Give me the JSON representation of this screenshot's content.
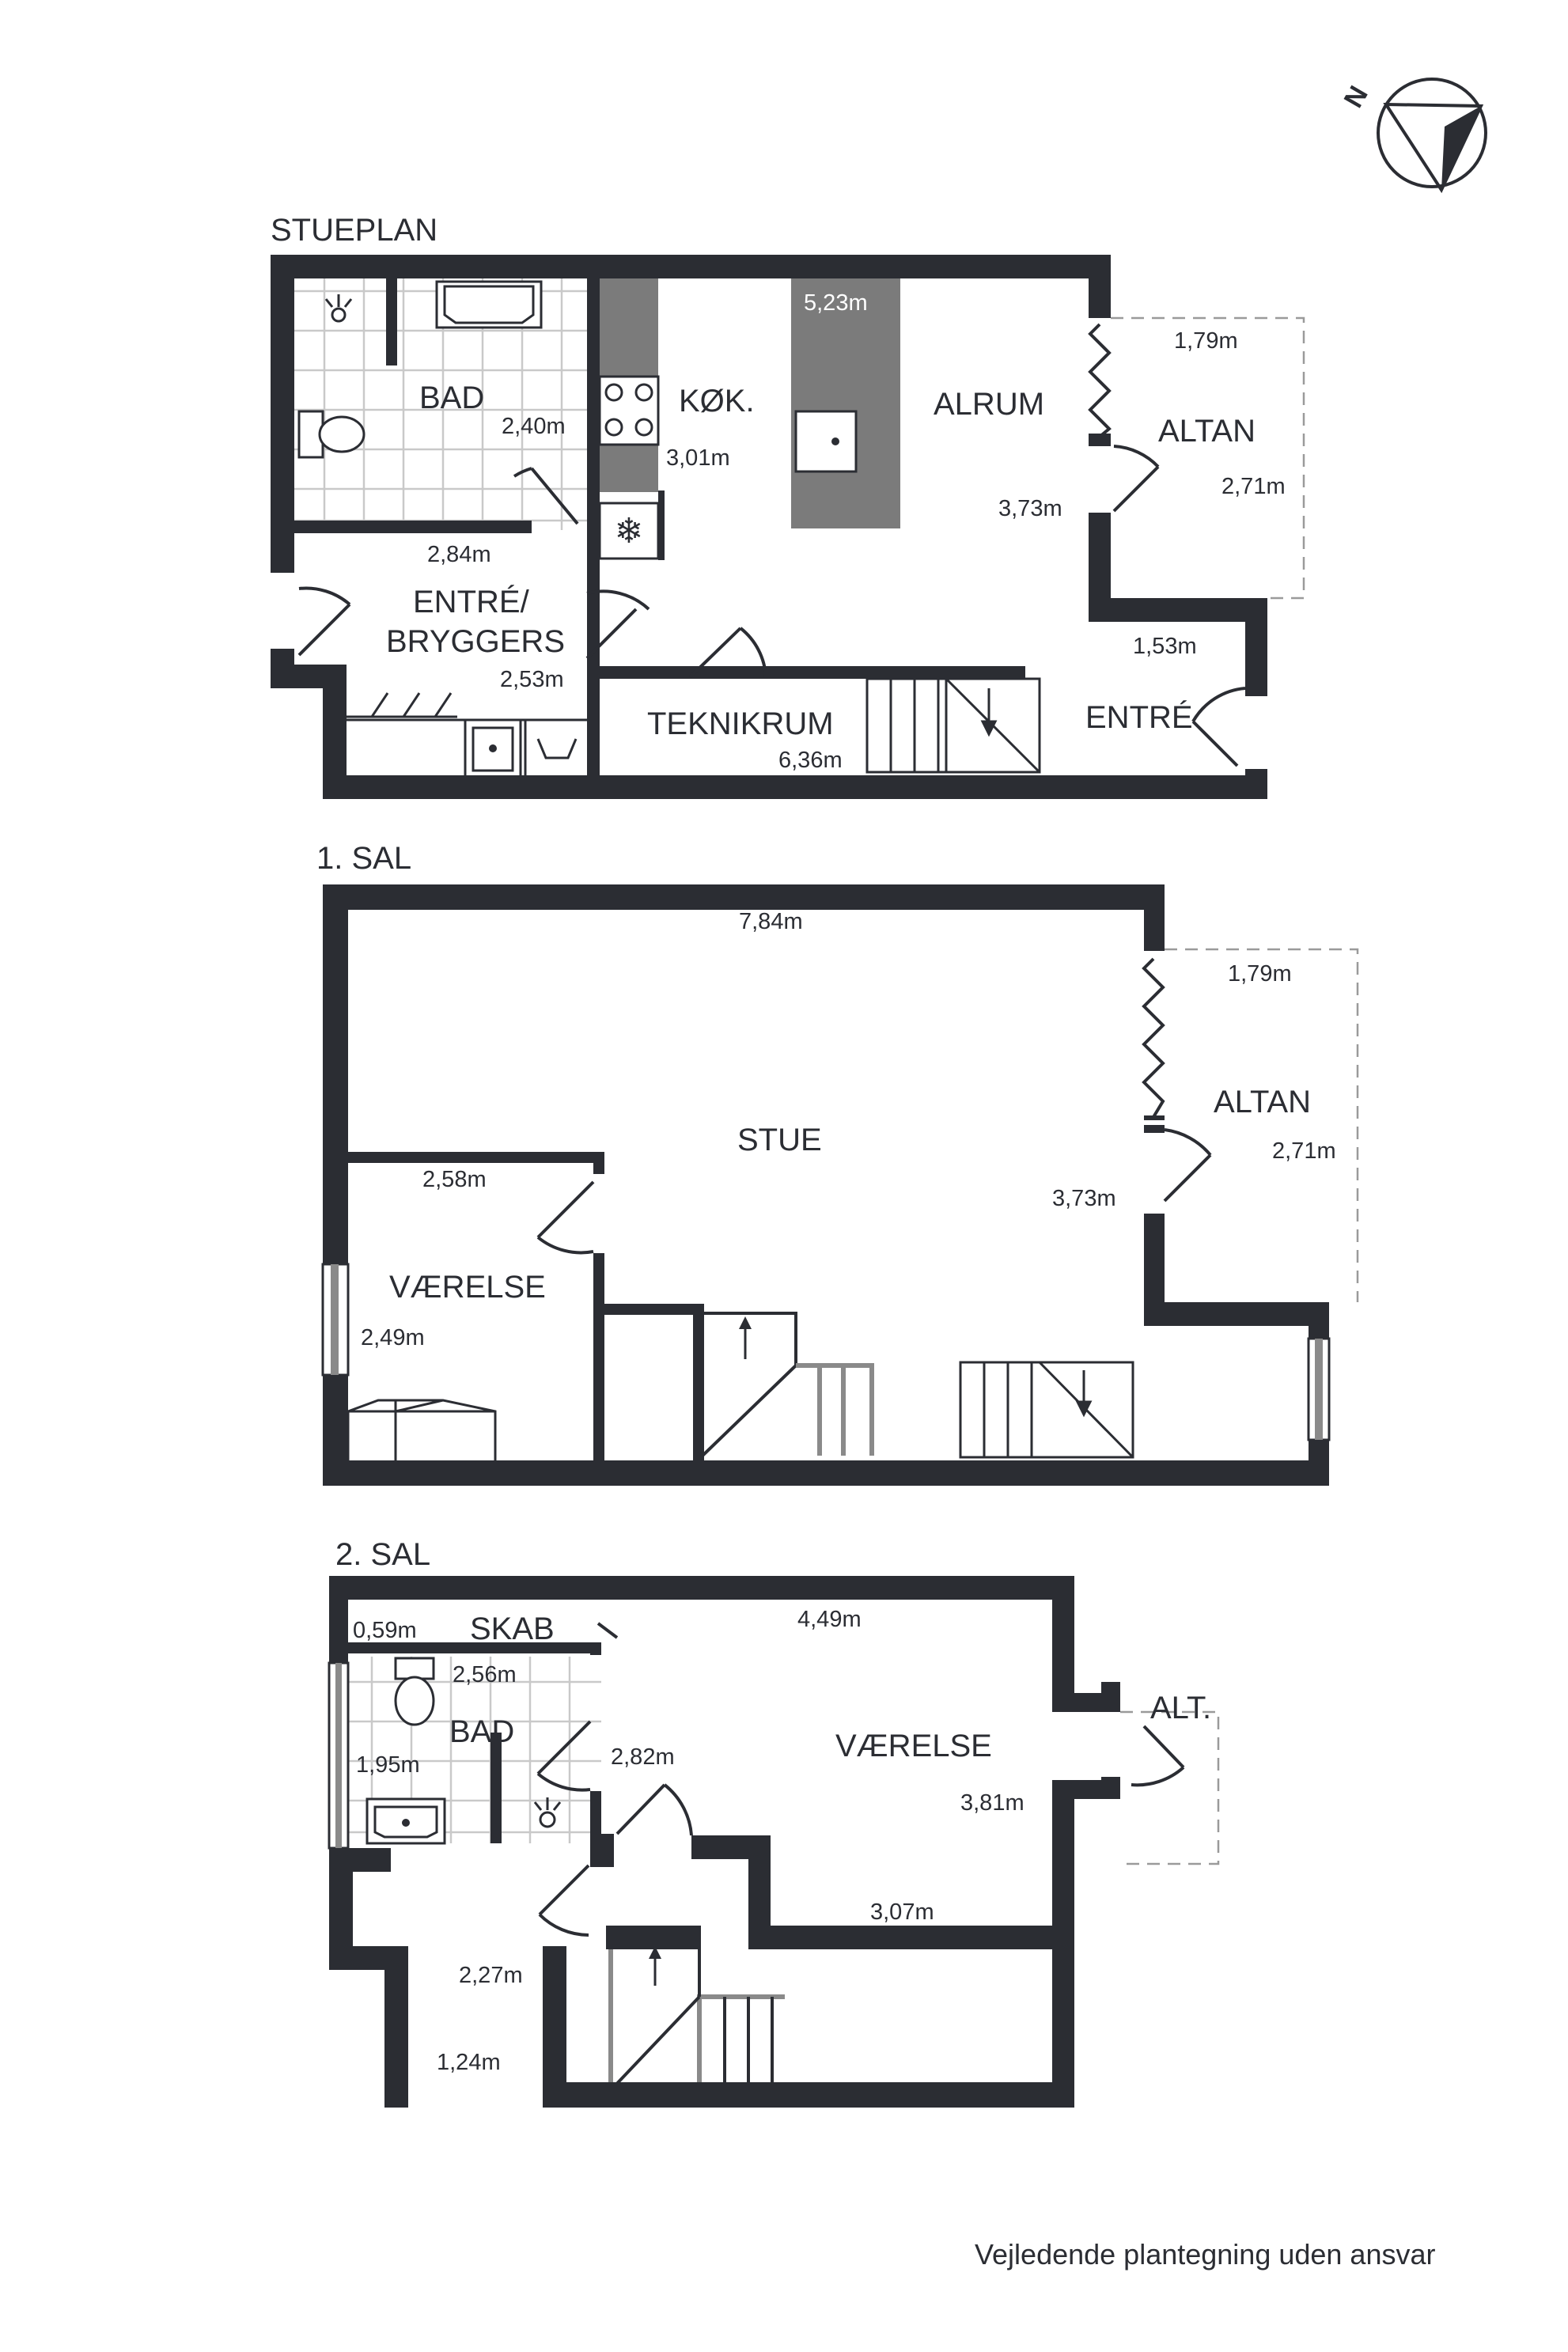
{
  "compass": {
    "label": "N"
  },
  "floors": {
    "ground": {
      "title": "STUEPLAN",
      "rooms": {
        "bad": "BAD",
        "kok": "KØK.",
        "alrum": "ALRUM",
        "altan": "ALTAN",
        "entre_bryggers_1": "ENTRÉ/",
        "entre_bryggers_2": "BRYGGERS",
        "teknikrum": "TEKNIKRUM",
        "entre": "ENTRÉ"
      },
      "dims": {
        "island": "5,23m",
        "bad": "2,40m",
        "kok": "3,01m",
        "altan_w": "1,79m",
        "altan_h": "2,71m",
        "alrum": "3,73m",
        "bad_w": "2,84m",
        "entre_bryggers": "2,53m",
        "entre": "1,53m",
        "teknikrum": "6,36m"
      }
    },
    "first": {
      "title": "1. SAL",
      "rooms": {
        "stue": "STUE",
        "vaerelse": "VÆRELSE",
        "altan": "ALTAN"
      },
      "dims": {
        "stue_w": "7,84m",
        "altan_w": "1,79m",
        "altan_h": "2,71m",
        "stue_h": "3,73m",
        "vaerelse_w": "2,58m",
        "vaerelse_h": "2,49m"
      }
    },
    "second": {
      "title": "2. SAL",
      "rooms": {
        "skab": "SKAB",
        "bad": "BAD",
        "vaerelse": "VÆRELSE",
        "alt": "ALT."
      },
      "dims": {
        "skab": "0,59m",
        "vaerelse_w": "4,49m",
        "bad_w": "2,56m",
        "bad_h": "1,95m",
        "hall": "2,82m",
        "vaerelse_h": "3,81m",
        "landing_h": "2,27m",
        "vaerelse_bottom": "3,07m",
        "landing_w": "1,24m"
      }
    }
  },
  "footer": {
    "disclaimer": "Vejledende plantegning uden ansvar"
  }
}
